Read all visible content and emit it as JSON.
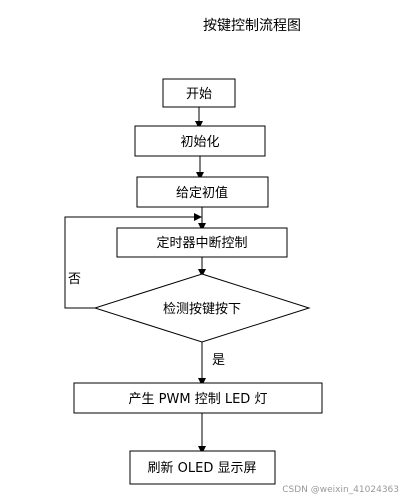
{
  "title": "按键控制流程图",
  "nodes": {
    "start": "开始",
    "init": "初始化",
    "set_initial": "给定初值",
    "timer_interrupt": "定时器中断控制",
    "detect_key": "检测按键按下",
    "generate_pwm": "产生 PWM 控制 LED 灯",
    "refresh_oled": "刷新 OLED 显示屏"
  },
  "edge_labels": {
    "no": "否",
    "yes": "是"
  },
  "watermark": "CSDN @weixin_41024363",
  "colors": {
    "line": "#000000",
    "box_fill": "#ffffff",
    "watermark": "#999999"
  }
}
